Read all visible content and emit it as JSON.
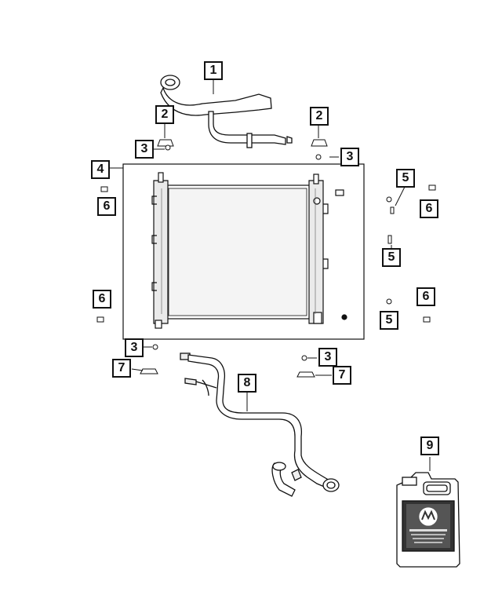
{
  "callouts": {
    "c1": "1",
    "c2a": "2",
    "c2b": "2",
    "c3a": "3",
    "c3b": "3",
    "c3c": "3",
    "c3d": "3",
    "c4": "4",
    "c5a": "5",
    "c5b": "5",
    "c5c": "5",
    "c6a": "6",
    "c6b": "6",
    "c6c": "6",
    "c6d": "6",
    "c7a": "7",
    "c7b": "7",
    "c8": "8",
    "c9": "9"
  },
  "colors": {
    "line": "#111111",
    "fill": "#ffffff",
    "shade": "#555555"
  },
  "icons": {
    "radiator": "radiator-icon",
    "upper_hose": "upper-hose-icon",
    "lower_hose": "lower-hose-icon",
    "coolant_jug": "coolant-jug-icon",
    "mopar_logo": "mopar-logo-icon"
  }
}
